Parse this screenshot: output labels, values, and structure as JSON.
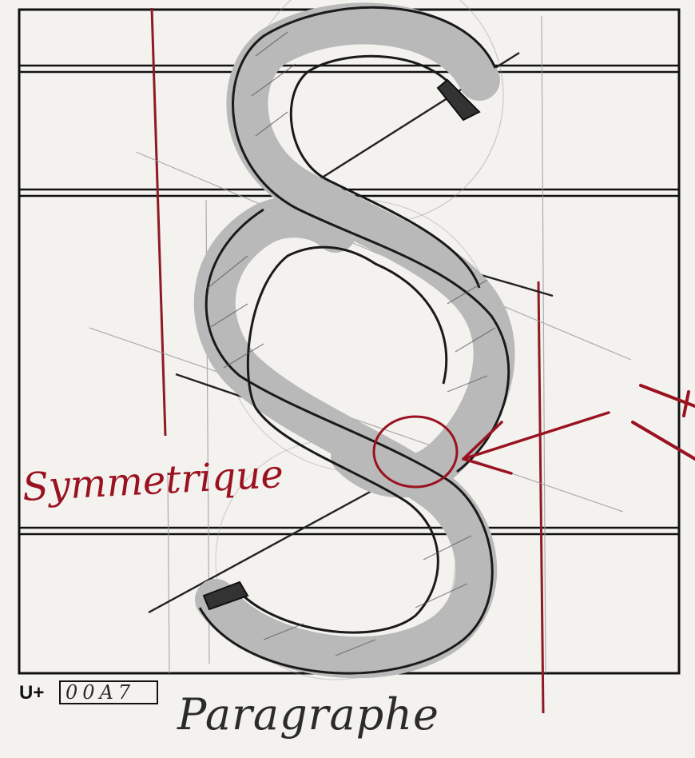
{
  "glyph": {
    "character": "§",
    "code_prefix": "U+",
    "code_value": "00A7",
    "name": "Paragraphe"
  },
  "annotation": {
    "note": "Symmetrique"
  },
  "colors": {
    "paper": "#f4f2ef",
    "ink": "#111111",
    "pencil": "#555555",
    "red_ink": "#9a1220",
    "shading": "#b8b8b8"
  }
}
